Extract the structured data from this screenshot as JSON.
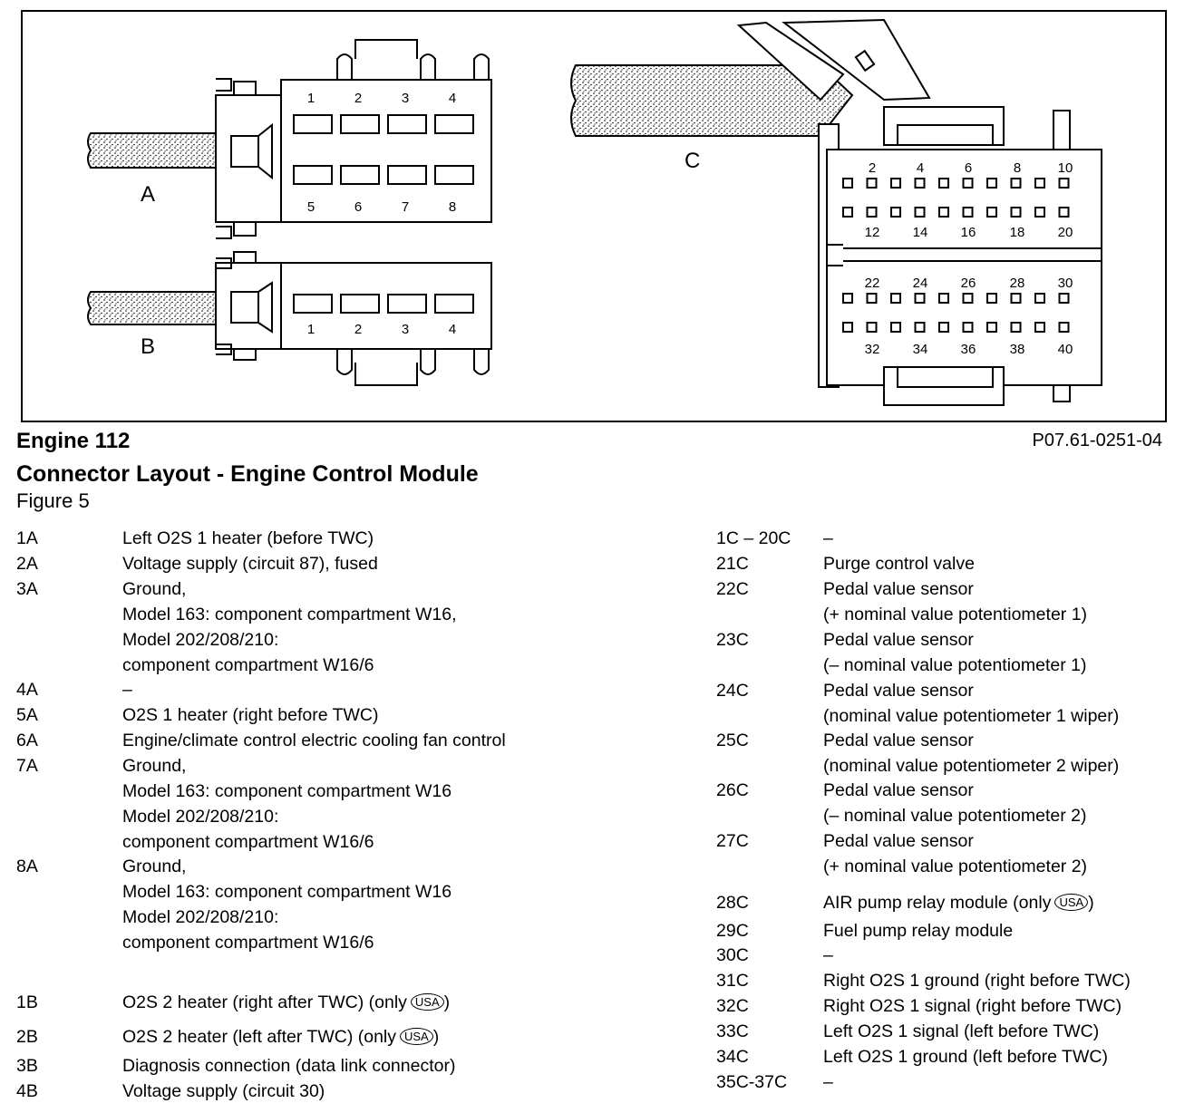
{
  "diagram": {
    "connector_a": {
      "label": "A",
      "pins_top": [
        "1",
        "2",
        "3",
        "4"
      ],
      "pins_bottom": [
        "5",
        "6",
        "7",
        "8"
      ]
    },
    "connector_b": {
      "label": "B",
      "pins": [
        "1",
        "2",
        "3",
        "4"
      ]
    },
    "connector_c": {
      "label": "C",
      "row1_labels": [
        "2",
        "4",
        "6",
        "8",
        "10"
      ],
      "row2_labels": [
        "12",
        "14",
        "16",
        "18",
        "20"
      ],
      "row3_labels": [
        "22",
        "24",
        "26",
        "28",
        "30"
      ],
      "row4_labels": [
        "32",
        "34",
        "36",
        "38",
        "40"
      ]
    }
  },
  "header": {
    "engine": "Engine 112",
    "ref_code": "P07.61-0251-04",
    "title": "Connector Layout - Engine Control Module",
    "figure": "Figure 5"
  },
  "left_entries": [
    {
      "pin": "1A",
      "lines": [
        "Left O2S 1 heater (before TWC)"
      ]
    },
    {
      "pin": "2A",
      "lines": [
        "Voltage supply (circuit 87), fused"
      ]
    },
    {
      "pin": "3A",
      "lines": [
        "Ground,",
        "Model 163: component compartment W16,",
        "Model 202/208/210:",
        "component compartment W16/6"
      ]
    },
    {
      "pin": "4A",
      "lines": [
        "–"
      ]
    },
    {
      "pin": "5A",
      "lines": [
        "O2S 1 heater (right before TWC)"
      ]
    },
    {
      "pin": "6A",
      "lines": [
        "Engine/climate control electric cooling fan control"
      ]
    },
    {
      "pin": "7A",
      "lines": [
        "Ground,",
        "Model 163: component compartment W16",
        "Model 202/208/210:",
        "component compartment W16/6"
      ]
    },
    {
      "pin": "8A",
      "lines": [
        "Ground,",
        "Model 163: component compartment W16",
        "Model 202/208/210:",
        "component compartment W16/6"
      ]
    },
    {
      "pin": "1B",
      "lines": [
        "O2S 2 heater (right after TWC) (only"
      ],
      "badge": "USA"
    },
    {
      "pin": "2B",
      "lines": [
        "O2S 2 heater (left after TWC) (only"
      ],
      "badge": "USA"
    },
    {
      "pin": "3B",
      "lines": [
        "Diagnosis connection (data link connector)"
      ]
    },
    {
      "pin": "4B",
      "lines": [
        "Voltage supply (circuit 30)"
      ]
    }
  ],
  "right_entries": [
    {
      "pin": "1C – 20C",
      "lines": [
        "–"
      ]
    },
    {
      "pin": "21C",
      "lines": [
        "Purge control valve"
      ]
    },
    {
      "pin": "22C",
      "lines": [
        "Pedal value sensor",
        "(+ nominal value potentiometer 1)"
      ]
    },
    {
      "pin": "23C",
      "lines": [
        "Pedal value sensor",
        "(– nominal value potentiometer 1)"
      ]
    },
    {
      "pin": "24C",
      "lines": [
        "Pedal value sensor",
        "(nominal value potentiometer 1 wiper)"
      ]
    },
    {
      "pin": "25C",
      "lines": [
        "Pedal value sensor",
        "(nominal value potentiometer 2 wiper)"
      ]
    },
    {
      "pin": "26C",
      "lines": [
        "Pedal value sensor",
        "(– nominal value potentiometer 2)"
      ]
    },
    {
      "pin": "27C",
      "lines": [
        "Pedal value sensor",
        "(+ nominal value potentiometer 2)"
      ]
    },
    {
      "pin": "28C",
      "lines": [
        "AIR pump relay module (only"
      ],
      "badge": "USA"
    },
    {
      "pin": "29C",
      "lines": [
        "Fuel pump relay module"
      ]
    },
    {
      "pin": "30C",
      "lines": [
        "–"
      ]
    },
    {
      "pin": "31C",
      "lines": [
        "Right O2S 1 ground (right before TWC)"
      ]
    },
    {
      "pin": "32C",
      "lines": [
        "Right O2S 1 signal (right before TWC)"
      ]
    },
    {
      "pin": "33C",
      "lines": [
        "Left O2S 1 signal (left before TWC)"
      ]
    },
    {
      "pin": "34C",
      "lines": [
        "Left O2S 1 ground (left before TWC)"
      ]
    },
    {
      "pin": "35C-37C",
      "lines": [
        "–"
      ]
    }
  ]
}
